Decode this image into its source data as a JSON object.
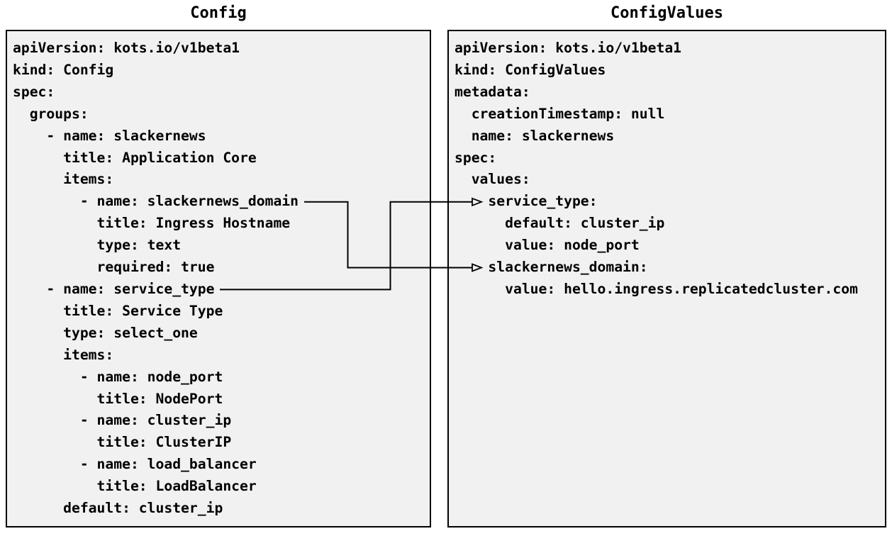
{
  "diagram": {
    "left_panel": {
      "title": "Config",
      "yaml_lines": [
        "apiVersion: kots.io/v1beta1",
        "kind: Config",
        "spec:",
        "  groups:",
        "    - name: slackernews",
        "      title: Application Core",
        "      items:",
        "        - name: slackernews_domain",
        "          title: Ingress Hostname",
        "          type: text",
        "          required: true",
        "    - name: service_type",
        "      title: Service Type",
        "      type: select_one",
        "      items:",
        "        - name: node_port",
        "          title: NodePort",
        "        - name: cluster_ip",
        "          title: ClusterIP",
        "        - name: load_balancer",
        "          title: LoadBalancer",
        "      default: cluster_ip"
      ]
    },
    "right_panel": {
      "title": "ConfigValues",
      "yaml_lines": [
        "apiVersion: kots.io/v1beta1",
        "kind: ConfigValues",
        "metadata:",
        "  creationTimestamp: null",
        "  name: slackernews",
        "spec:",
        "  values:",
        "    service_type:",
        "      default: cluster_ip",
        "      value: node_port",
        "    slackernews_domain:",
        "      value: hello.ingress.replicatedcluster.com"
      ]
    },
    "connections": [
      {
        "from_field": "slackernews_domain",
        "to_field": "slackernews_domain"
      },
      {
        "from_field": "service_type",
        "to_field": "service_type"
      }
    ],
    "colors": {
      "page_background": "#ffffff",
      "box_fill": "#f1f1f1",
      "box_border": "#000000",
      "text": "#000000",
      "arrow": "#000000"
    }
  }
}
